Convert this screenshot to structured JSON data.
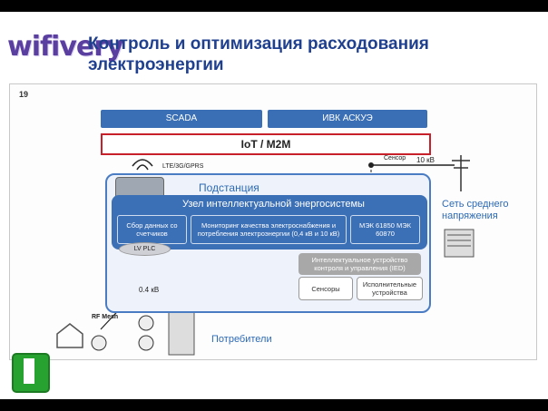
{
  "header": {
    "logo": "wifivery",
    "title": "Контроль и оптимизация расходования электроэнергии"
  },
  "slide": {
    "number": "19",
    "top_boxes": [
      "SCADA",
      "ИВК АСКУЭ"
    ],
    "iot_label": "IoT / M2M",
    "radio_label": "LTE/3G/GPRS",
    "substation_label": "Подстанция",
    "node_title": "Узел интеллектуальной энергосистемы",
    "cells": [
      "Сбор данных со счетчиков",
      "Мониторинг качества электроснабжения и потребления электроэнергии (0,4 кВ и 10 кВ)",
      "МЭК 61850 МЭК 60870"
    ],
    "plc_label": "LV PLC",
    "ied_label": "Интеллектуальное устройство контроля и управления (IED)",
    "sensors_label": "Сенсоры",
    "actuators_label": "Исполнительные устройства",
    "sensor_label": "Сенсор",
    "voltage_10": "10 кВ",
    "voltage_04": "0.4 кВ",
    "medium_voltage": "Сеть среднего напряжения",
    "rf_mesh": "RF Mesh",
    "consumers": "Потребители"
  }
}
